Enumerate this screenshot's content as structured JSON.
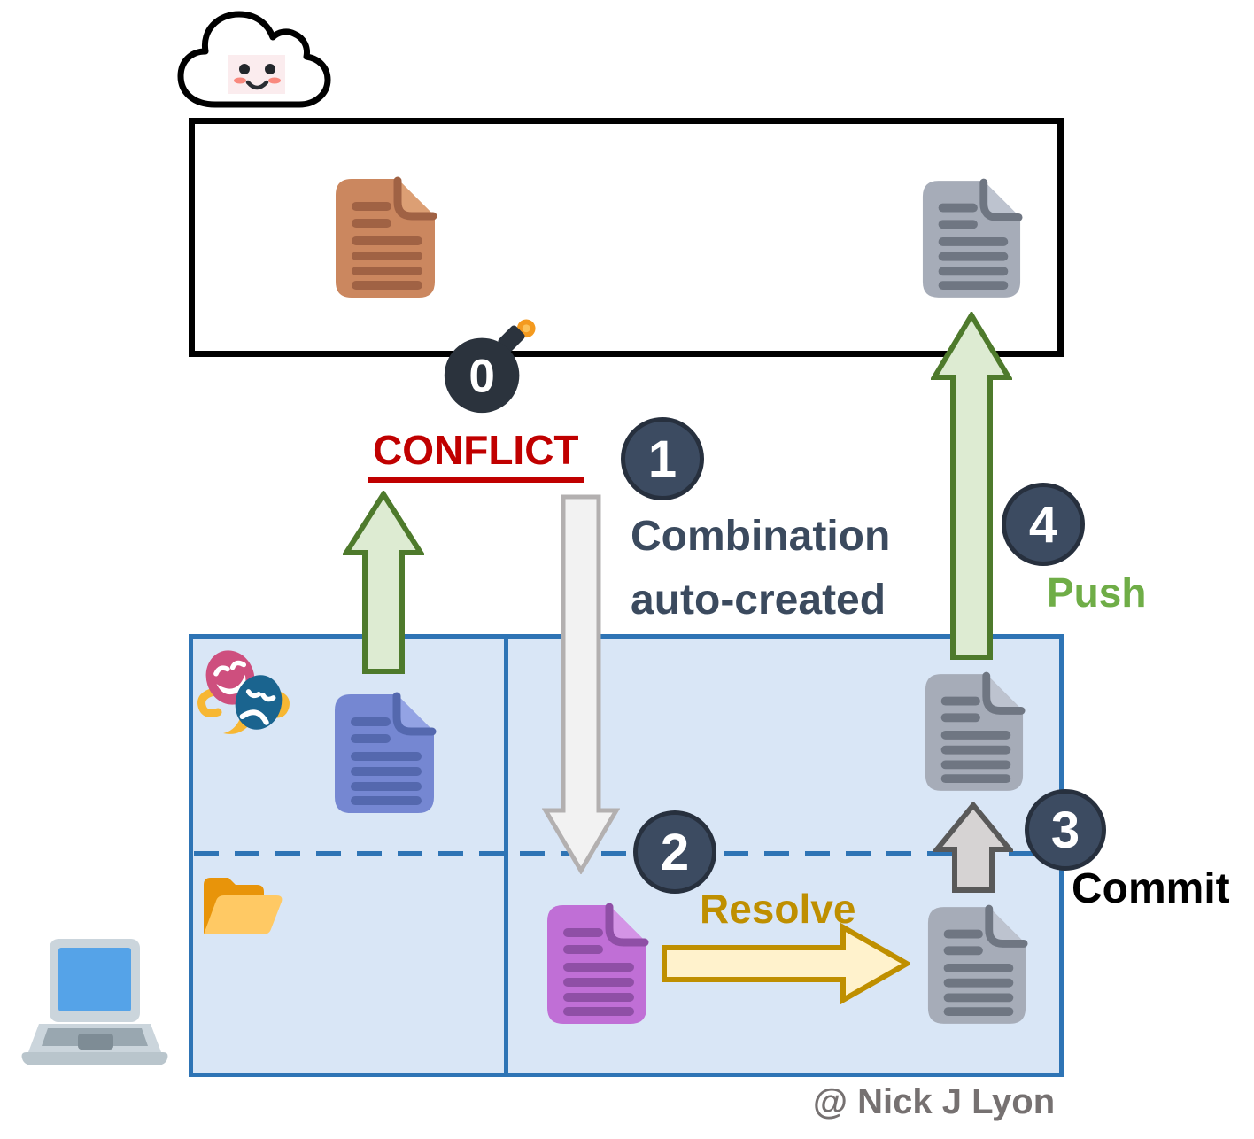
{
  "steps": {
    "conflict": {
      "number": "0",
      "label": "CONFLICT"
    },
    "merge": {
      "number": "1",
      "label_line1": "Combination",
      "label_line2": "auto-created"
    },
    "resolve": {
      "number": "2",
      "label": "Resolve"
    },
    "commit": {
      "number": "3",
      "label": "Commit"
    },
    "push": {
      "number": "4",
      "label": "Push"
    }
  },
  "attribution": "@ Nick J Lyon",
  "icons": {
    "cloud": "smiling-cloud (remote repository)",
    "bomb": "conflict-bomb",
    "masks": "theater-masks",
    "folder": "open-folder",
    "laptop": "laptop (local machine)",
    "document": "text-document-file"
  },
  "colors": {
    "conflict-red": "#C00000",
    "badge-navy": "#3C4B61",
    "badge-ring": "#27303E",
    "label-navy": "#3B4A5E",
    "push-green": "#6FAD47",
    "resolve-gold": "#BF8F00",
    "commit-black": "#000000",
    "attribution-gray": "#767171",
    "box-border-blue": "#2E74B5",
    "box-fill-blue": "#D9E6F6",
    "arrow-green-fill": "#DDEBD2",
    "arrow-green-stroke": "#4E7A2C",
    "arrow-white-fill": "#F2F2F2",
    "arrow-white-stroke": "#B3B0B0",
    "arrow-gray-fill": "#D6D3D3",
    "arrow-gray-stroke": "#595959",
    "arrow-yellow-fill": "#FFF2CC",
    "arrow-yellow-stroke": "#BF8F00"
  }
}
